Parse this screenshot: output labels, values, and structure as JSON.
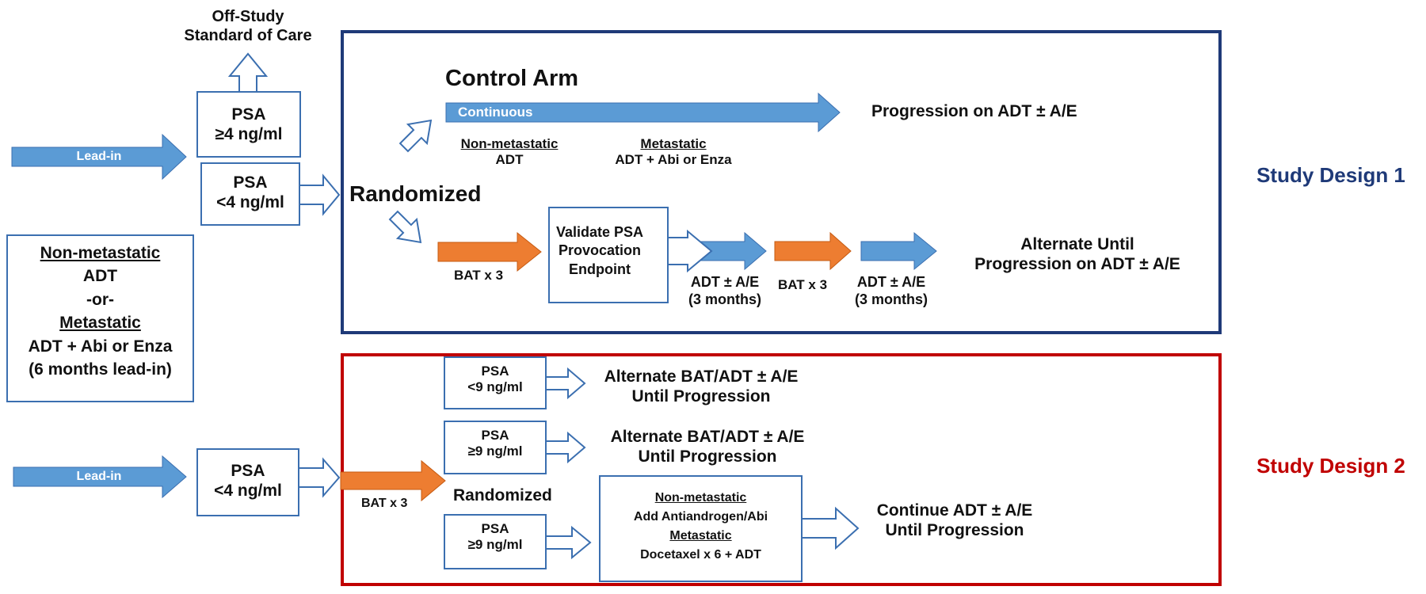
{
  "colors": {
    "blue_arrow": "#5b9bd5",
    "orange_arrow": "#ed7d31",
    "design1_frame": "#1f3a78",
    "design2_frame": "#c00000",
    "box_border": "#3b6fb0"
  },
  "top_left": {
    "off_study_line1": "Off-Study",
    "off_study_line2": "Standard of Care",
    "leadin_label": "Lead-in",
    "psa_high_line1": "PSA",
    "psa_high_line2": "≥4 ng/ml",
    "psa_low_line1": "PSA",
    "psa_low_line2": "<4 ng/ml"
  },
  "left_box": {
    "line1": "Non-metastatic",
    "line2": "ADT",
    "line3": "-or-",
    "line4": "Metastatic",
    "line5": "ADT + Abi or Enza",
    "line6": "(6 months lead-in)"
  },
  "design1": {
    "label": "Study Design 1",
    "randomized": "Randomized",
    "control_arm_title": "Control Arm",
    "continuous_label": "Continuous",
    "progression_label": "Progression on ADT ± A/E",
    "nonmet_heading": "Non-metastatic",
    "nonmet_text": "ADT",
    "met_heading": "Metastatic",
    "met_text": "ADT + Abi or Enza",
    "bat1_label": "BAT x 3",
    "validate_line1": "Validate PSA",
    "validate_line2": "Provocation",
    "validate_line3": "Endpoint",
    "adt1_line1": "ADT ± A/E",
    "adt1_line2": "(3 months)",
    "bat2_label": "BAT x 3",
    "adt2_line1": "ADT ± A/E",
    "adt2_line2": "(3 months)",
    "alternate_line1": "Alternate Until",
    "alternate_line2": "Progression on ADT ± A/E"
  },
  "design2": {
    "label": "Study Design 2",
    "leadin_label": "Lead-in",
    "psa_line1": "PSA",
    "psa_line2": "<4 ng/ml",
    "bat_label": "BAT x 3",
    "randomized": "Randomized",
    "psa_a_line1": "PSA",
    "psa_a_line2": "<9 ng/ml",
    "alt_a_line1": "Alternate BAT/ADT ± A/E",
    "alt_a_line2": "Until Progression",
    "psa_b_line1": "PSA",
    "psa_b_line2": "≥9 ng/ml",
    "alt_b_line1": "Alternate BAT/ADT ± A/E",
    "alt_b_line2": "Until Progression",
    "psa_c_line1": "PSA",
    "psa_c_line2": "≥9 ng/ml",
    "nonmet_heading": "Non-metastatic",
    "nonmet_text": "Add Antiandrogen/Abi",
    "met_heading": "Metastatic",
    "met_text": "Docetaxel x 6 + ADT",
    "continue_line1": "Continue  ADT ± A/E",
    "continue_line2": "Until Progression"
  }
}
